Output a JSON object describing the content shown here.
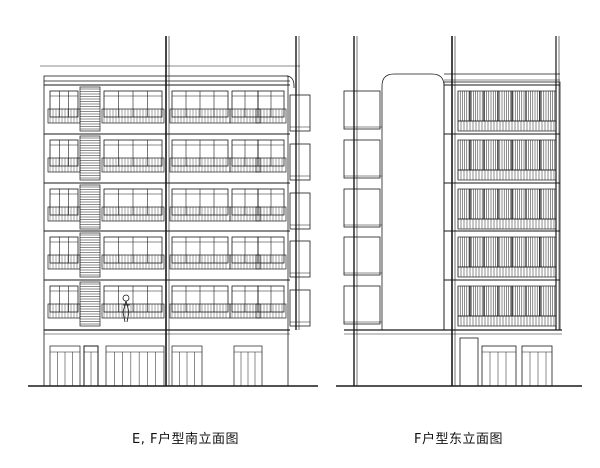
{
  "captions": {
    "south_elevation": "E, F户型南立面图",
    "east_elevation": "F户型东立面图"
  },
  "drawing": {
    "floors": 5,
    "line_color": "#1a1a1a"
  }
}
